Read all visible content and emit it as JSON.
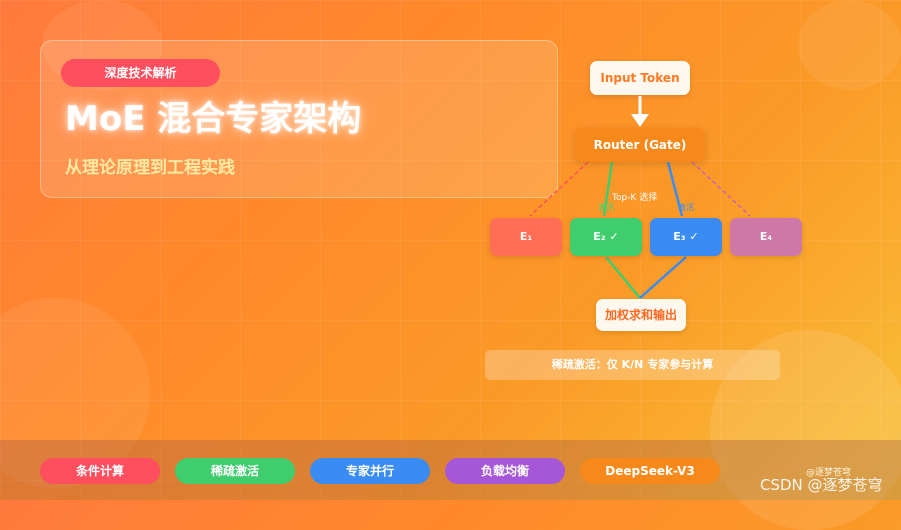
{
  "hero": {
    "tag": "深度技术解析",
    "title": "MoE 混合专家架构",
    "subtitle": "从理论原理到工程实践"
  },
  "diagram": {
    "input": "Input Token",
    "router": "Router (Gate)",
    "topk": "Top-K 选择",
    "activated_left": "激活",
    "activated_right": "激活",
    "experts": [
      "E₁",
      "E₂ ✓",
      "E₃ ✓",
      "E₄"
    ],
    "output": "加权求和输出",
    "note": "稀疏激活：仅 K/N 专家参与计算"
  },
  "tags": [
    "条件计算",
    "稀疏激活",
    "专家并行",
    "负载均衡",
    "DeepSeek-V3"
  ],
  "watermark": {
    "author": "@逐梦苍穹",
    "site": "CSDN @逐梦苍穹"
  },
  "colors": {
    "red": "#ff4e5e",
    "green": "#3fcd6e",
    "blue": "#3a8bf2",
    "purple": "#a657d8",
    "orange": "#f7891b"
  }
}
